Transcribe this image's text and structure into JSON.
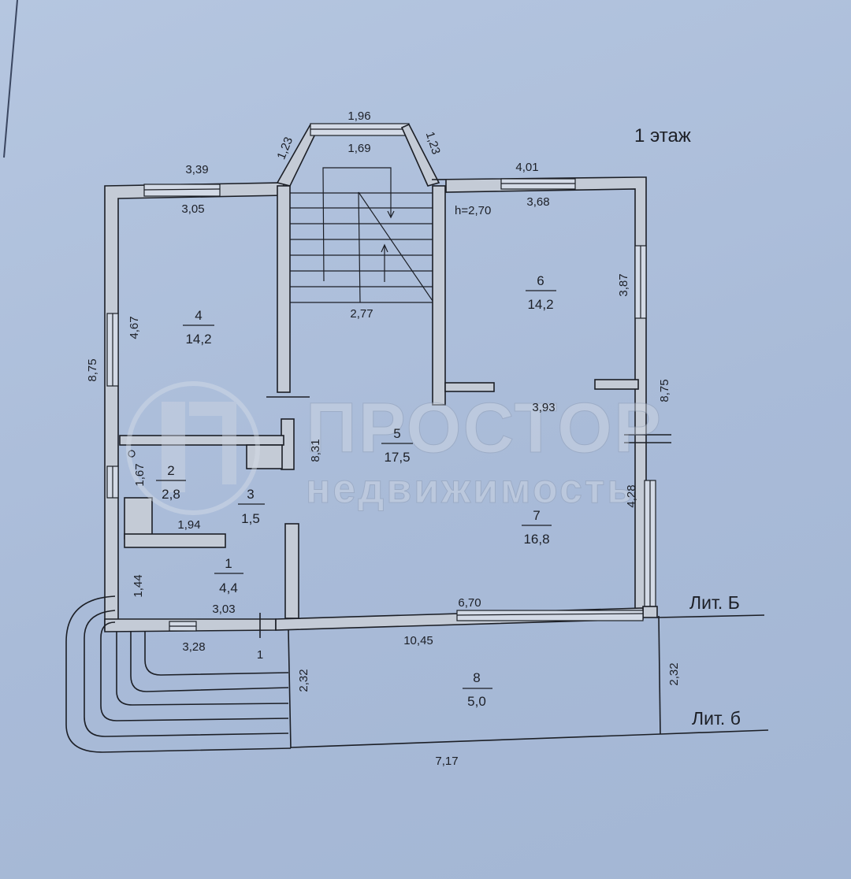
{
  "title": "1 этаж",
  "ceiling_height": "h=2,70",
  "rooms": [
    {
      "id": "1",
      "area": "4,4"
    },
    {
      "id": "2",
      "area": "2,8"
    },
    {
      "id": "3",
      "area": "1,5"
    },
    {
      "id": "4",
      "area": "14,2"
    },
    {
      "id": "5",
      "area": "17,5"
    },
    {
      "id": "6",
      "area": "14,2"
    },
    {
      "id": "7",
      "area": "16,8"
    },
    {
      "id": "8",
      "area": "5,0"
    }
  ],
  "dimensions": {
    "bay_outer": "1,96",
    "bay_inner": "1,69",
    "bay_side_left": "1,23",
    "bay_side_right": "1,23",
    "room4_outer_top": "3,39",
    "room4_inner_top": "3,05",
    "room4_side": "4,67",
    "room6_outer_top": "4,01",
    "room6_inner_top": "3,68",
    "room6_side": "3,87",
    "stair_width": "2,77",
    "left_total": "8,75",
    "right_total": "8,75",
    "inner_height": "8,31",
    "room7_depth": "3,93",
    "room7_side": "4,28",
    "room2_side": "1,67",
    "room3_width": "1,94",
    "room1_side": "1,44",
    "room1_width": "3,03",
    "entrance_outer": "3,28",
    "front_total": "10,45",
    "front_window": "6,70",
    "porch_left": "2,32",
    "porch_right": "2,32",
    "porch_total": "7,17",
    "entrance_mark": "1"
  },
  "legend": {
    "lit_upper": "Лит. Б",
    "lit_lower": "Лит. б"
  },
  "watermark": {
    "line1": "ПРОСТОР",
    "line2": "недвижимость"
  },
  "colors": {
    "paper": "#aebfdb",
    "wall_fill": "#c4cbd6",
    "line": "#1c1f26"
  }
}
